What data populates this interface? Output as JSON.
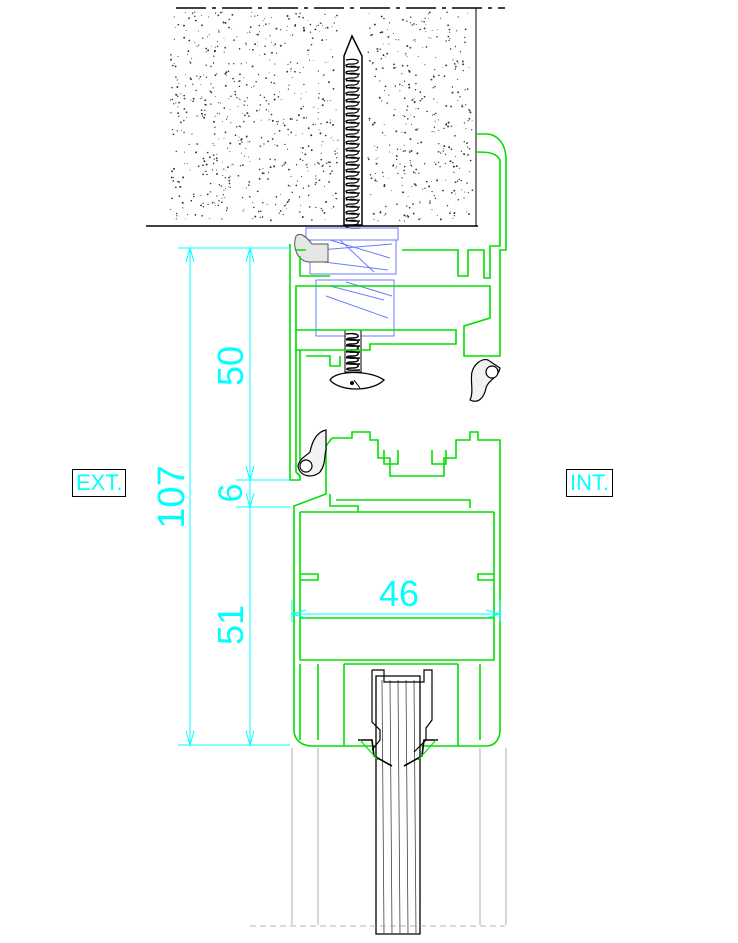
{
  "labels": {
    "exterior": "EXT.",
    "interior": "INT."
  },
  "dimensions": {
    "total_height": "107",
    "upper_height": "50",
    "gap_height": "6",
    "lower_height": "51",
    "profile_width": "46"
  },
  "colors": {
    "profile": "#00e000",
    "dimension": "#00ffff",
    "screw_anchor": "#6a7cff",
    "label_text": "#00ffff",
    "outline": "#000000",
    "concrete_dots": "#333333",
    "gasket_fill": "#e8e8e8"
  }
}
